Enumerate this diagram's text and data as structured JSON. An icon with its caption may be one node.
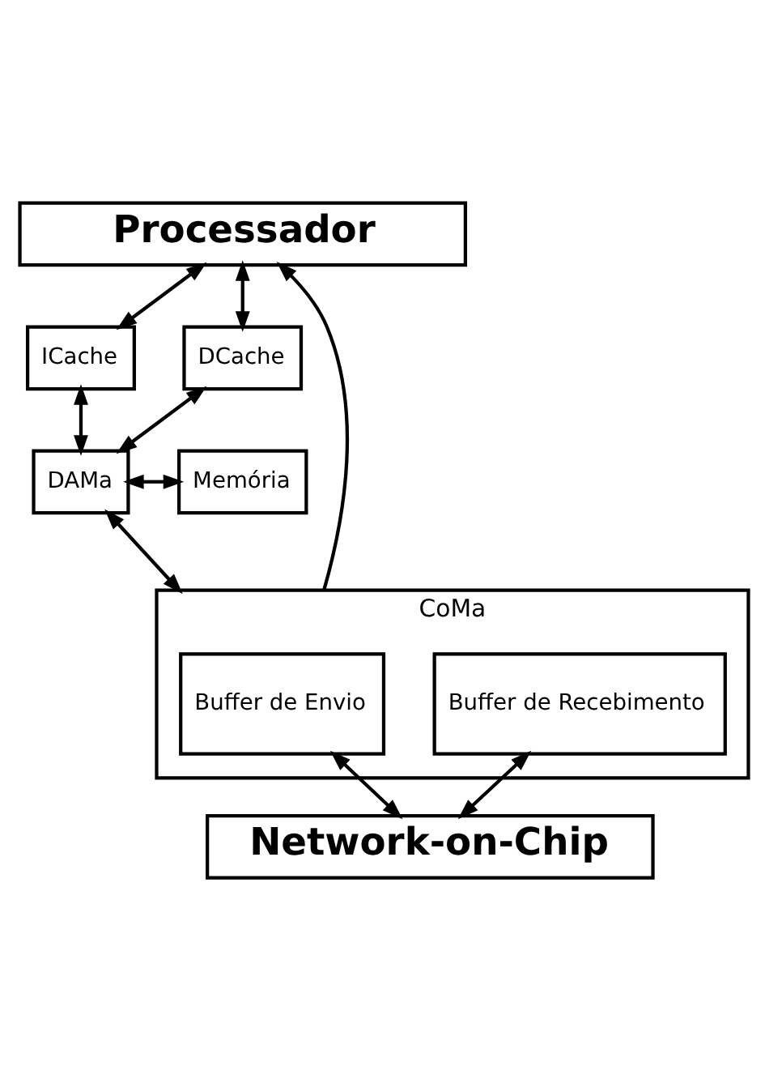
{
  "diagram": {
    "nodes": [
      {
        "text": [
          "Processador"
        ]
      },
      {
        "text": [
          "ICache"
        ]
      },
      {
        "text": [
          "DCache"
        ]
      },
      {
        "text": [
          "DAMa"
        ]
      },
      {
        "text": [
          "Memória"
        ]
      },
      {
        "text": [
          "CoMa"
        ]
      },
      {
        "text": [
          "Buffer de Envio"
        ],
        "in": 5
      },
      {
        "text": [
          "Buffer de Recebimento"
        ],
        "in": 5
      },
      {
        "text": [
          "Network-on-Chip"
        ]
      }
    ],
    "edges": [
      {
        "from": 0,
        "to": 1,
        "arrow": "both"
      },
      {
        "from": 0,
        "to": 2,
        "arrow": "both"
      },
      {
        "from": 1,
        "to": 3,
        "arrow": "both"
      },
      {
        "from": 2,
        "to": 3,
        "arrow": "both"
      },
      {
        "from": 3,
        "to": 4,
        "arrow": "both"
      },
      {
        "from": 3,
        "to": 5,
        "arrow": "both"
      },
      {
        "from": 5,
        "to": 0,
        "arrow": "to"
      },
      {
        "from": 6,
        "to": 8,
        "arrow": "both"
      },
      {
        "from": 7,
        "to": 8,
        "arrow": "both"
      }
    ]
  }
}
